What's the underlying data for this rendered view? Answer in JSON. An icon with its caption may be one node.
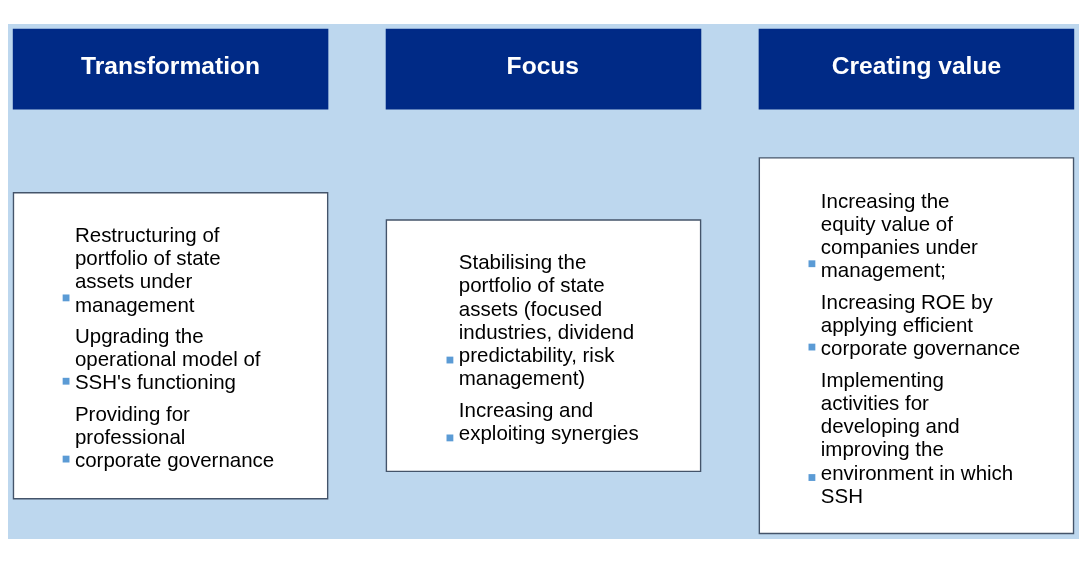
{
  "diagram": {
    "nodes": [
      {
        "text": [
          "Transformation"
        ]
      },
      {
        "text": [
          "Focus"
        ]
      },
      {
        "text": [
          "Creating value"
        ]
      },
      {
        "text": [
          "Restructuring of portfolio of state assets under management",
          "Upgrading the operational model of SSH's functioning",
          "Providing for professional corporate governance"
        ]
      },
      {
        "text": [
          "Stabilising the portfolio of state assets (focused industries, dividend predictability, risk management)",
          "Increasing and exploiting synergies"
        ]
      },
      {
        "text": [
          "Increasing the equity value of companies under management;",
          "Increasing ROE by applying efficient corporate governance",
          "Implementing activities for developing and improving the environment in which SSH"
        ]
      }
    ]
  }
}
